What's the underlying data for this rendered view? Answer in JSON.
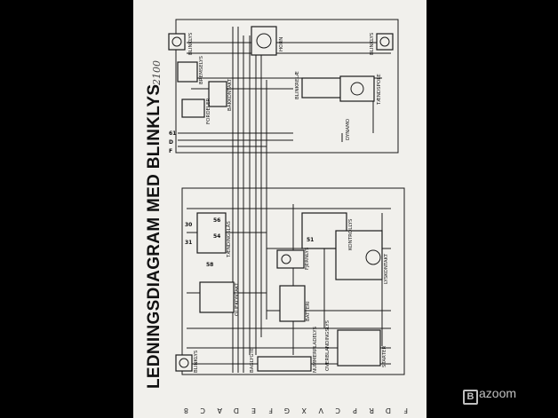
{
  "title": "LEDNINGSDIAGRAM MED BLINKLYS",
  "handwritten_note": "2100",
  "watermark": {
    "logo_letter": "B",
    "text": "azoom"
  },
  "components": {
    "blinklys_top_left": "BLINKLYS",
    "blinklys_top_right": "BLINKLYS",
    "horn": "HORN",
    "blinkrelae": "BLINKRELÆ",
    "tandspole": "TÆNDSPOLE",
    "dynamo": "DYNAMO",
    "bremselys": "BREMSELYS",
    "bakkontakt": "BAKKONTAKT",
    "fordeler": "FORDELER",
    "tandingslaas": "TÆNDINGSLÅS",
    "kontrollys": "KONTROLLYS",
    "lyskontakt": "LYSKONTAKT",
    "oliekontakt": "OLIEKONTAKT",
    "nummerpladelys": "NUMMERPLADELYS",
    "baglygte": "BAGLYGTE",
    "overblandingslys": "OVERBLANDINGSLYS",
    "fjernlys": "FJERNLYS",
    "batteri": "BATTERI",
    "starter": "STARTER",
    "blinklys_bottom": "BLINKLYS"
  },
  "terminals": {
    "t30": "30",
    "t31": "31",
    "t51": "51",
    "t54": "54",
    "t56": "56",
    "t58": "58",
    "t61": "61",
    "tD": "D",
    "tF": "F"
  },
  "bottom_edge_letters": [
    "8",
    "C",
    "A",
    "D",
    "E",
    "F",
    "G",
    "X",
    "V",
    "C",
    "P",
    "R",
    "D",
    "F"
  ]
}
